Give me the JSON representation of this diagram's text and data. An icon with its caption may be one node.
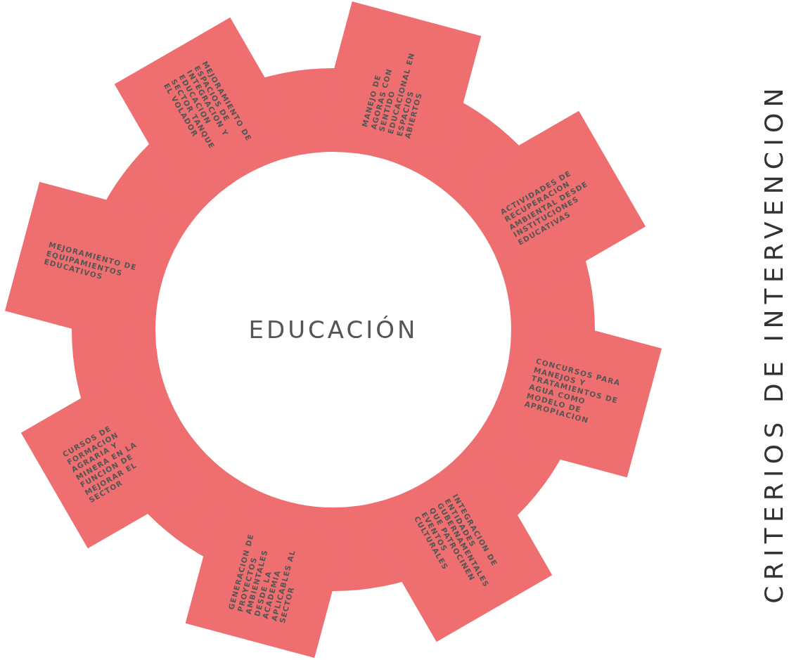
{
  "diagram": {
    "title": "CRITERIOS DE INTERVENCION",
    "nodes": [
      {
        "text": [
          "EDUCACIÓN"
        ]
      },
      {
        "text": [
          "MEJORAMIENTO DE ESPACIOS DE INTEGRACION Y EDUCACION SECTOR TANQUE EL VOLADOR"
        ],
        "in": 0
      },
      {
        "text": [
          "MANEJO DE AGORAS CON SENTIDO EDUCACIONAL EN ESPACIOS ABIERTOS"
        ],
        "in": 0
      },
      {
        "text": [
          "ACTIVIDADES DE RECUPERACION AMBIENTAL DESDE INSTITUCIONES EDUCATIVAS"
        ],
        "in": 0
      },
      {
        "text": [
          "CONCURSOS PARA MANEJOS Y TRATAMIENTOS DE AGUA COMO MODELO DE APROPIACION"
        ],
        "in": 0
      },
      {
        "text": [
          "INTEGRACION DE ENTIDADES GUBERNAMENTALES QUE PATROCINEN EVENTOS CULTURALES"
        ],
        "in": 0
      },
      {
        "text": [
          "GENERACION DE PROYECTOS AMBIENTALES DESDE LA ACADEMIA APLICABLES AL SECTOR"
        ],
        "in": 0
      },
      {
        "text": [
          "CURSOS DE FORMACION AGRARIA Y MINERA EN LA FUNCION DE MEJORAR EL SECTOR"
        ],
        "in": 0
      },
      {
        "text": [
          "MEJORAMIENTO DE EQUIPAMIENTOS EDUCATIVOS"
        ],
        "in": 0
      }
    ]
  }
}
